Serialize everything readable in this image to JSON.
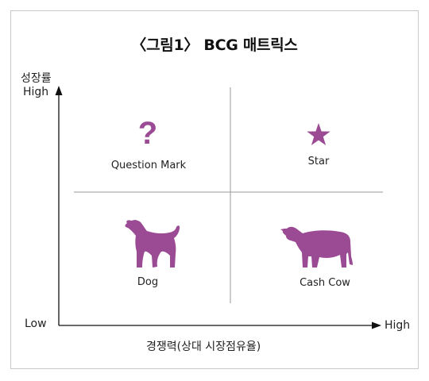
{
  "title": "〈그림1〉 BCG 매트릭스",
  "y_axis": {
    "name": "성장률",
    "high": "High",
    "low": "Low"
  },
  "x_axis": {
    "name": "경쟁력(상대 시장점유율)",
    "high": "High"
  },
  "quadrants": {
    "top_left": {
      "label": "Question Mark",
      "icon": "question-mark-icon"
    },
    "top_right": {
      "label": "Star",
      "icon": "star-icon"
    },
    "bottom_left": {
      "label": "Dog",
      "icon": "dog-icon"
    },
    "bottom_right": {
      "label": "Cash Cow",
      "icon": "cow-icon"
    }
  },
  "colors": {
    "accent": "#9b4a94",
    "divider": "#9a9a9a",
    "axis": "#111111"
  }
}
